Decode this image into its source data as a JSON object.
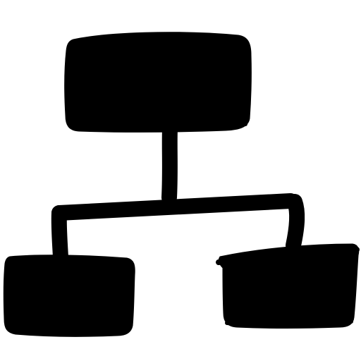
{
  "icon": {
    "name": "hierarchy-icon",
    "style": "hand-drawn",
    "fill_color": "#000000",
    "background_color": "#ffffff",
    "structure": {
      "root_nodes": 1,
      "child_nodes": 2
    }
  }
}
